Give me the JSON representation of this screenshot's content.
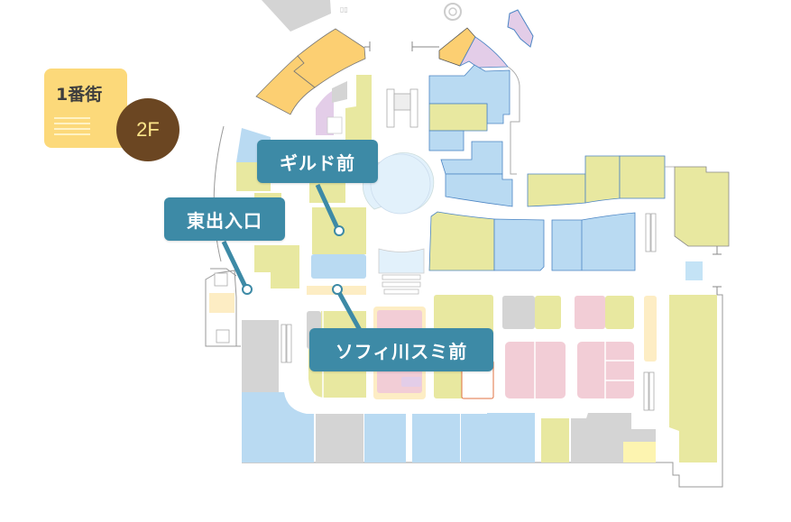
{
  "area": {
    "name": "1番街",
    "floor": "2F",
    "tile_color": "#fcd97a",
    "floor_color": "#6b4622",
    "floor_text_color": "#fde68a"
  },
  "callouts": [
    {
      "id": "guild",
      "label": "ギルド前"
    },
    {
      "id": "east-exit",
      "label": "東出入口"
    },
    {
      "id": "sofi-kawasumi",
      "label": "ソフィ川スミ前"
    }
  ],
  "colors": {
    "callout": "#3d8aa6",
    "shop_yellow": "#e8e8a0",
    "shop_blue": "#b9daf2",
    "shop_orange": "#fccf72",
    "shop_purple": "#e3cde8",
    "shop_pink": "#f2cdd6",
    "shop_gray": "#d4d4d4",
    "shop_cream": "#fdedc4",
    "light_blue": "#e2f1fb",
    "outline": "#4c85c4"
  }
}
